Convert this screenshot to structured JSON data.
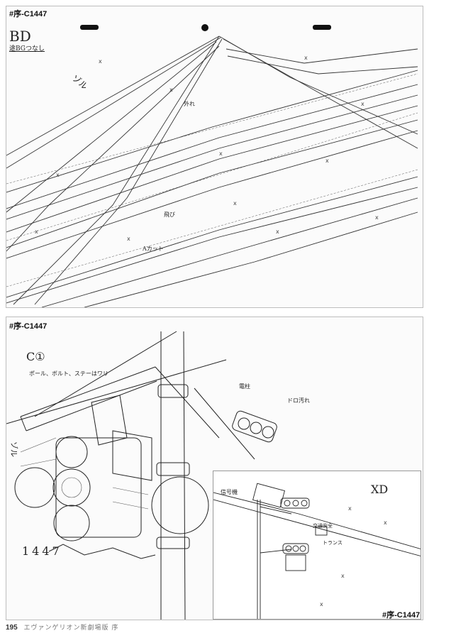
{
  "panel_top": {
    "cut_label": "#序-C1447",
    "code": "BD",
    "note_1": "途BGつなし",
    "note_2": "ゾル",
    "note_3": "外れ",
    "note_4": "飛び",
    "note_5": "Aカット"
  },
  "panel_bottom": {
    "cut_label": "#序-C1447",
    "code": "C①",
    "note_1": "ポール、ボルト、ステーはワリ",
    "note_2": "ゾル",
    "note_3": "電柱",
    "note_4": "ドロ汚れ",
    "sheet_number": "1447"
  },
  "inset": {
    "cut_label": "#序-C1447",
    "code": "XD",
    "note_1": "信号機",
    "note_2": "交通安全",
    "note_3": "トランス"
  },
  "footer": {
    "page_number": "195",
    "book_title": "エヴァンゲリオン新劇場版 序"
  }
}
